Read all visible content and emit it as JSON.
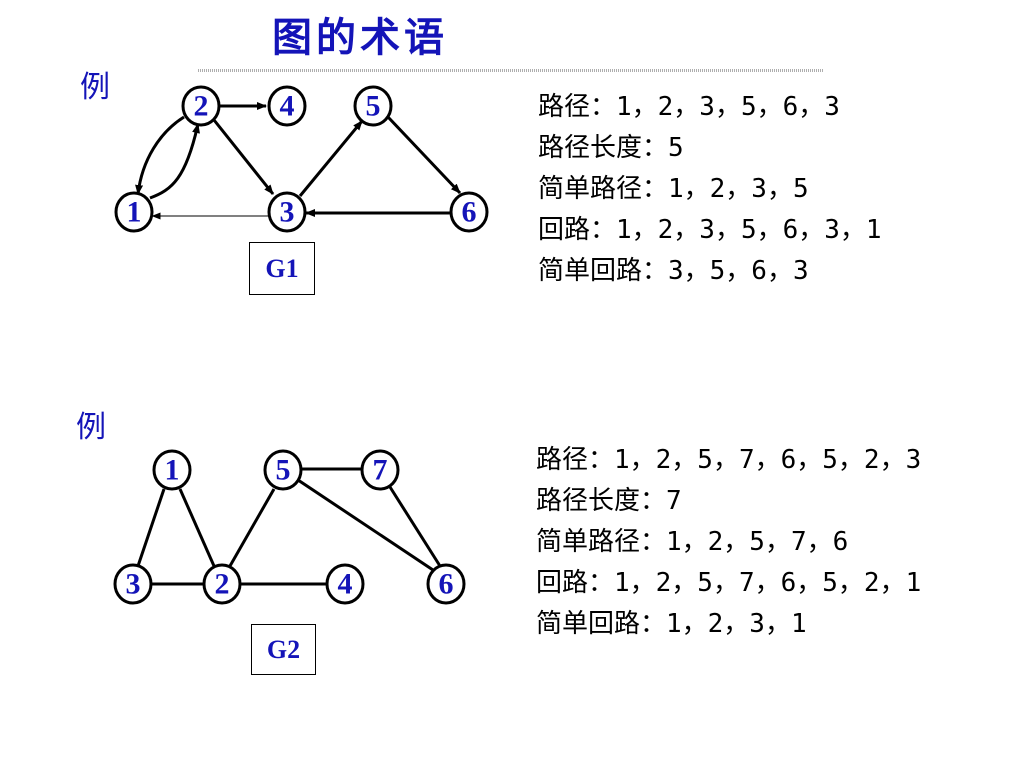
{
  "title": "图的术语",
  "graphs": [
    {
      "example_label": "例",
      "label": "G1",
      "nodes": [
        "1",
        "2",
        "3",
        "4",
        "5",
        "6"
      ],
      "edges": [
        {
          "from": "2",
          "to": "4",
          "directed": true
        },
        {
          "from": "2",
          "to": "3",
          "directed": true
        },
        {
          "from": "3",
          "to": "5",
          "directed": true
        },
        {
          "from": "5",
          "to": "6",
          "directed": true
        },
        {
          "from": "6",
          "to": "3",
          "directed": true
        },
        {
          "from": "3",
          "to": "1",
          "directed": true
        },
        {
          "from": "1",
          "to": "2",
          "directed": true
        },
        {
          "from": "2",
          "to": "1",
          "directed": true
        }
      ],
      "lines": [
        "路径：1，2，3，5，6，3",
        "路径长度：5",
        "简单路径：1，2，3，5",
        "回路：1，2，3，5，6，3，1",
        "简单回路：3，5，6，3"
      ]
    },
    {
      "example_label": "例",
      "label": "G2",
      "nodes": [
        "1",
        "2",
        "3",
        "4",
        "5",
        "6",
        "7"
      ],
      "edges": [
        {
          "from": "1",
          "to": "3",
          "directed": false
        },
        {
          "from": "1",
          "to": "2",
          "directed": false
        },
        {
          "from": "3",
          "to": "2",
          "directed": false
        },
        {
          "from": "2",
          "to": "4",
          "directed": false
        },
        {
          "from": "2",
          "to": "5",
          "directed": false
        },
        {
          "from": "5",
          "to": "7",
          "directed": false
        },
        {
          "from": "5",
          "to": "6",
          "directed": false
        },
        {
          "from": "7",
          "to": "6",
          "directed": false
        }
      ],
      "lines": [
        "路径：1，2，5，7，6，5，2，3",
        "路径长度：7",
        "简单路径：1，2，5，7，6",
        "回路：1，2，5，7，6，5，2，1",
        "简单回路：1，2，3，1"
      ]
    }
  ],
  "colors": {
    "node_text": "#1414b8",
    "title": "#1414b8",
    "edge": "#000000"
  }
}
